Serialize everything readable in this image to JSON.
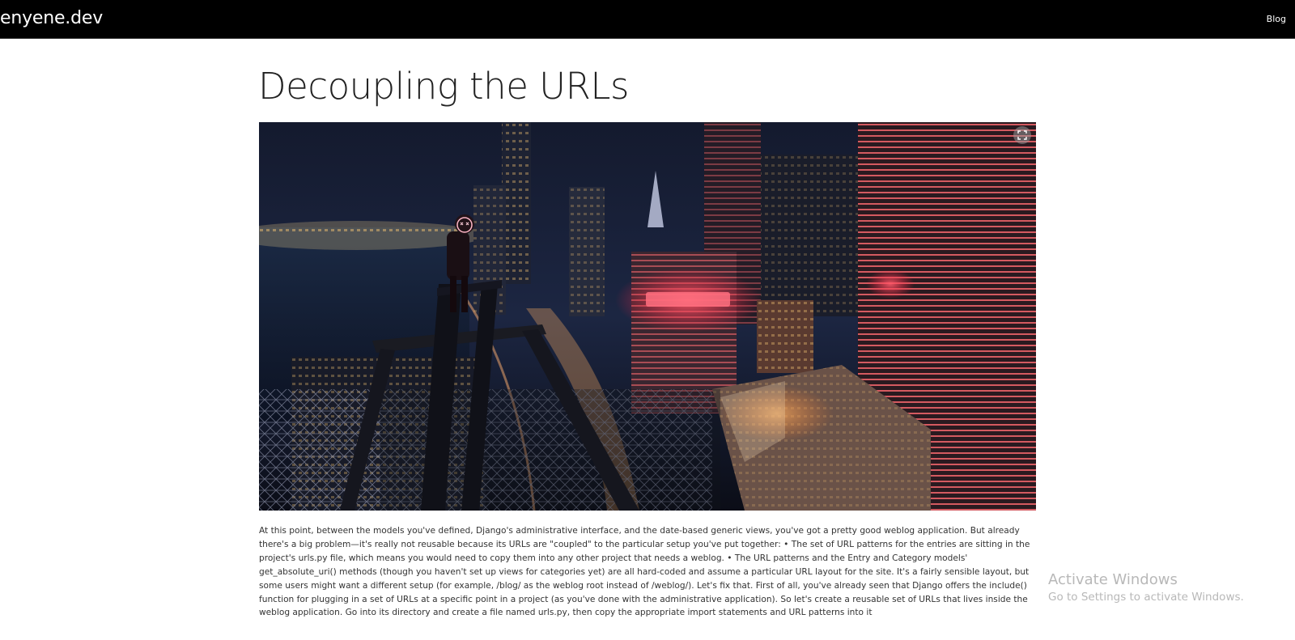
{
  "navbar": {
    "brand": "enyene.dev",
    "links": [
      {
        "label": "Blog"
      }
    ]
  },
  "article": {
    "title": "Decoupling the URLs",
    "body": "At this point, between the models you've defined, Django's administrative interface, and the date-based generic views, you've got a pretty good weblog application. But already there's a big problem—it's really not reusable because its URLs are \"coupled\" to the particular setup you've put together: • The set of URL patterns for the entries are sitting in the project's urls.py file, which means you would need to copy them into any other project that needs a weblog. • The URL patterns and the Entry and Category models' get_absolute_uri() methods (though you haven't set up views for categories yet) are all hard-coded and assume a particular URL layout for the site. It's a fairly sensible layout, but some users might want a different setup (for example, /blog/ as the weblog root instead of /weblog/). Let's fix that. First of all, you've already seen that Django offers the include() function for plugging in a set of URLs at a specific point in a project (as you've done with the administrative application). So let's create a reusable set of URLs that lives inside the weblog application. Go into its directory and create a file named urls.py, then copy the appropriate import statements and URL patterns into it",
    "hero_image": {
      "icons": [
        "expand-icon"
      ]
    }
  },
  "watermark": {
    "title": "Activate Windows",
    "subtitle": "Go to Settings to activate Windows."
  },
  "colors": {
    "navbar_bg": "#000000",
    "navbar_text": "#ffffff",
    "page_bg": "#ffffff",
    "text": "#222222"
  }
}
